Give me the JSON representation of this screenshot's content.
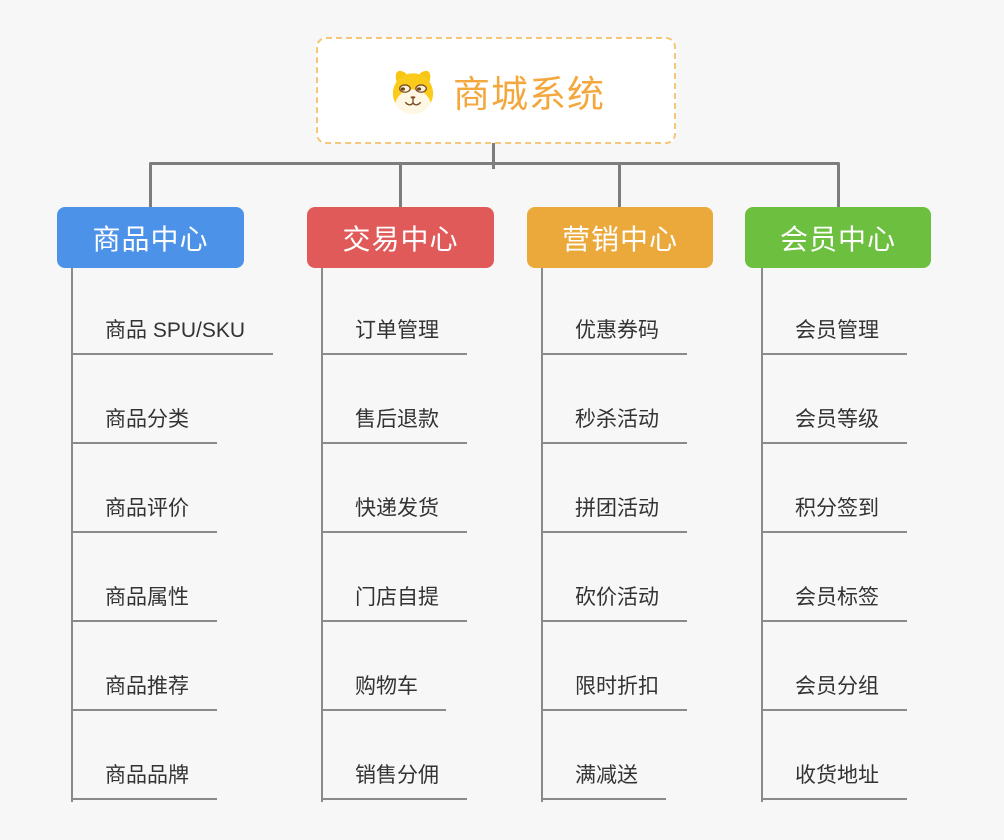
{
  "page": {
    "background_color": "#f7f7f7",
    "connector_color": "#7d7d7d"
  },
  "root": {
    "label": "商城系统",
    "icon": "dog-face-icon",
    "text_color": "#f3a83d",
    "border_color": "#f6c77a"
  },
  "branches": [
    {
      "label": "商品中心",
      "color": "#4b92e8",
      "items": [
        "商品 SPU/SKU",
        "商品分类",
        "商品评价",
        "商品属性",
        "商品推荐",
        "商品品牌"
      ]
    },
    {
      "label": "交易中心",
      "color": "#e15a5a",
      "items": [
        "订单管理",
        "售后退款",
        "快递发货",
        "门店自提",
        "购物车",
        "销售分佣"
      ]
    },
    {
      "label": "营销中心",
      "color": "#eba83b",
      "items": [
        "优惠券码",
        "秒杀活动",
        "拼团活动",
        "砍价活动",
        "限时折扣",
        "满减送"
      ]
    },
    {
      "label": "会员中心",
      "color": "#6dbf40",
      "items": [
        "会员管理",
        "会员等级",
        "积分签到",
        "会员标签",
        "会员分组",
        "收货地址"
      ]
    }
  ]
}
